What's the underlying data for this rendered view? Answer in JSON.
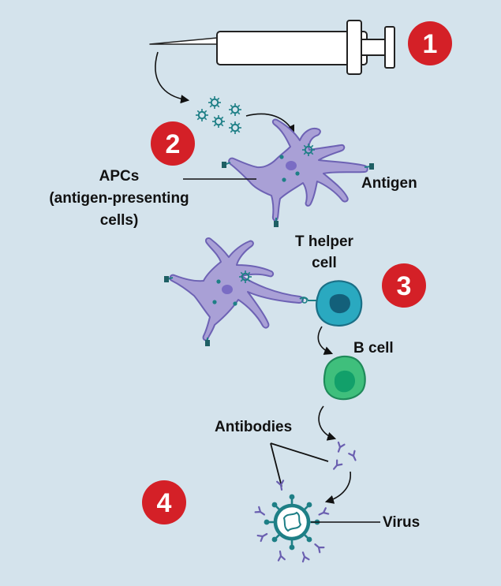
{
  "steps": {
    "step1": "1",
    "step2": "2",
    "step3": "3",
    "step4": "4"
  },
  "labels": {
    "apcs_line1": "APCs",
    "apcs_line2": "(antigen-presenting",
    "apcs_line3": "cells)",
    "antigen": "Antigen",
    "t_helper_line1": "T helper",
    "t_helper_line2": "cell",
    "b_cell": "B cell",
    "antibodies": "Antibodies",
    "virus": "Virus"
  },
  "colors": {
    "background": "#d4e3ec",
    "badge": "#d42027",
    "apc_fill": "#a9a0d6",
    "apc_stroke": "#6d62b4",
    "t_cell": "#2aa9c0",
    "b_cell": "#3fbf7c",
    "virus": "#1e7f86",
    "antibody": "#6a5fb0"
  }
}
